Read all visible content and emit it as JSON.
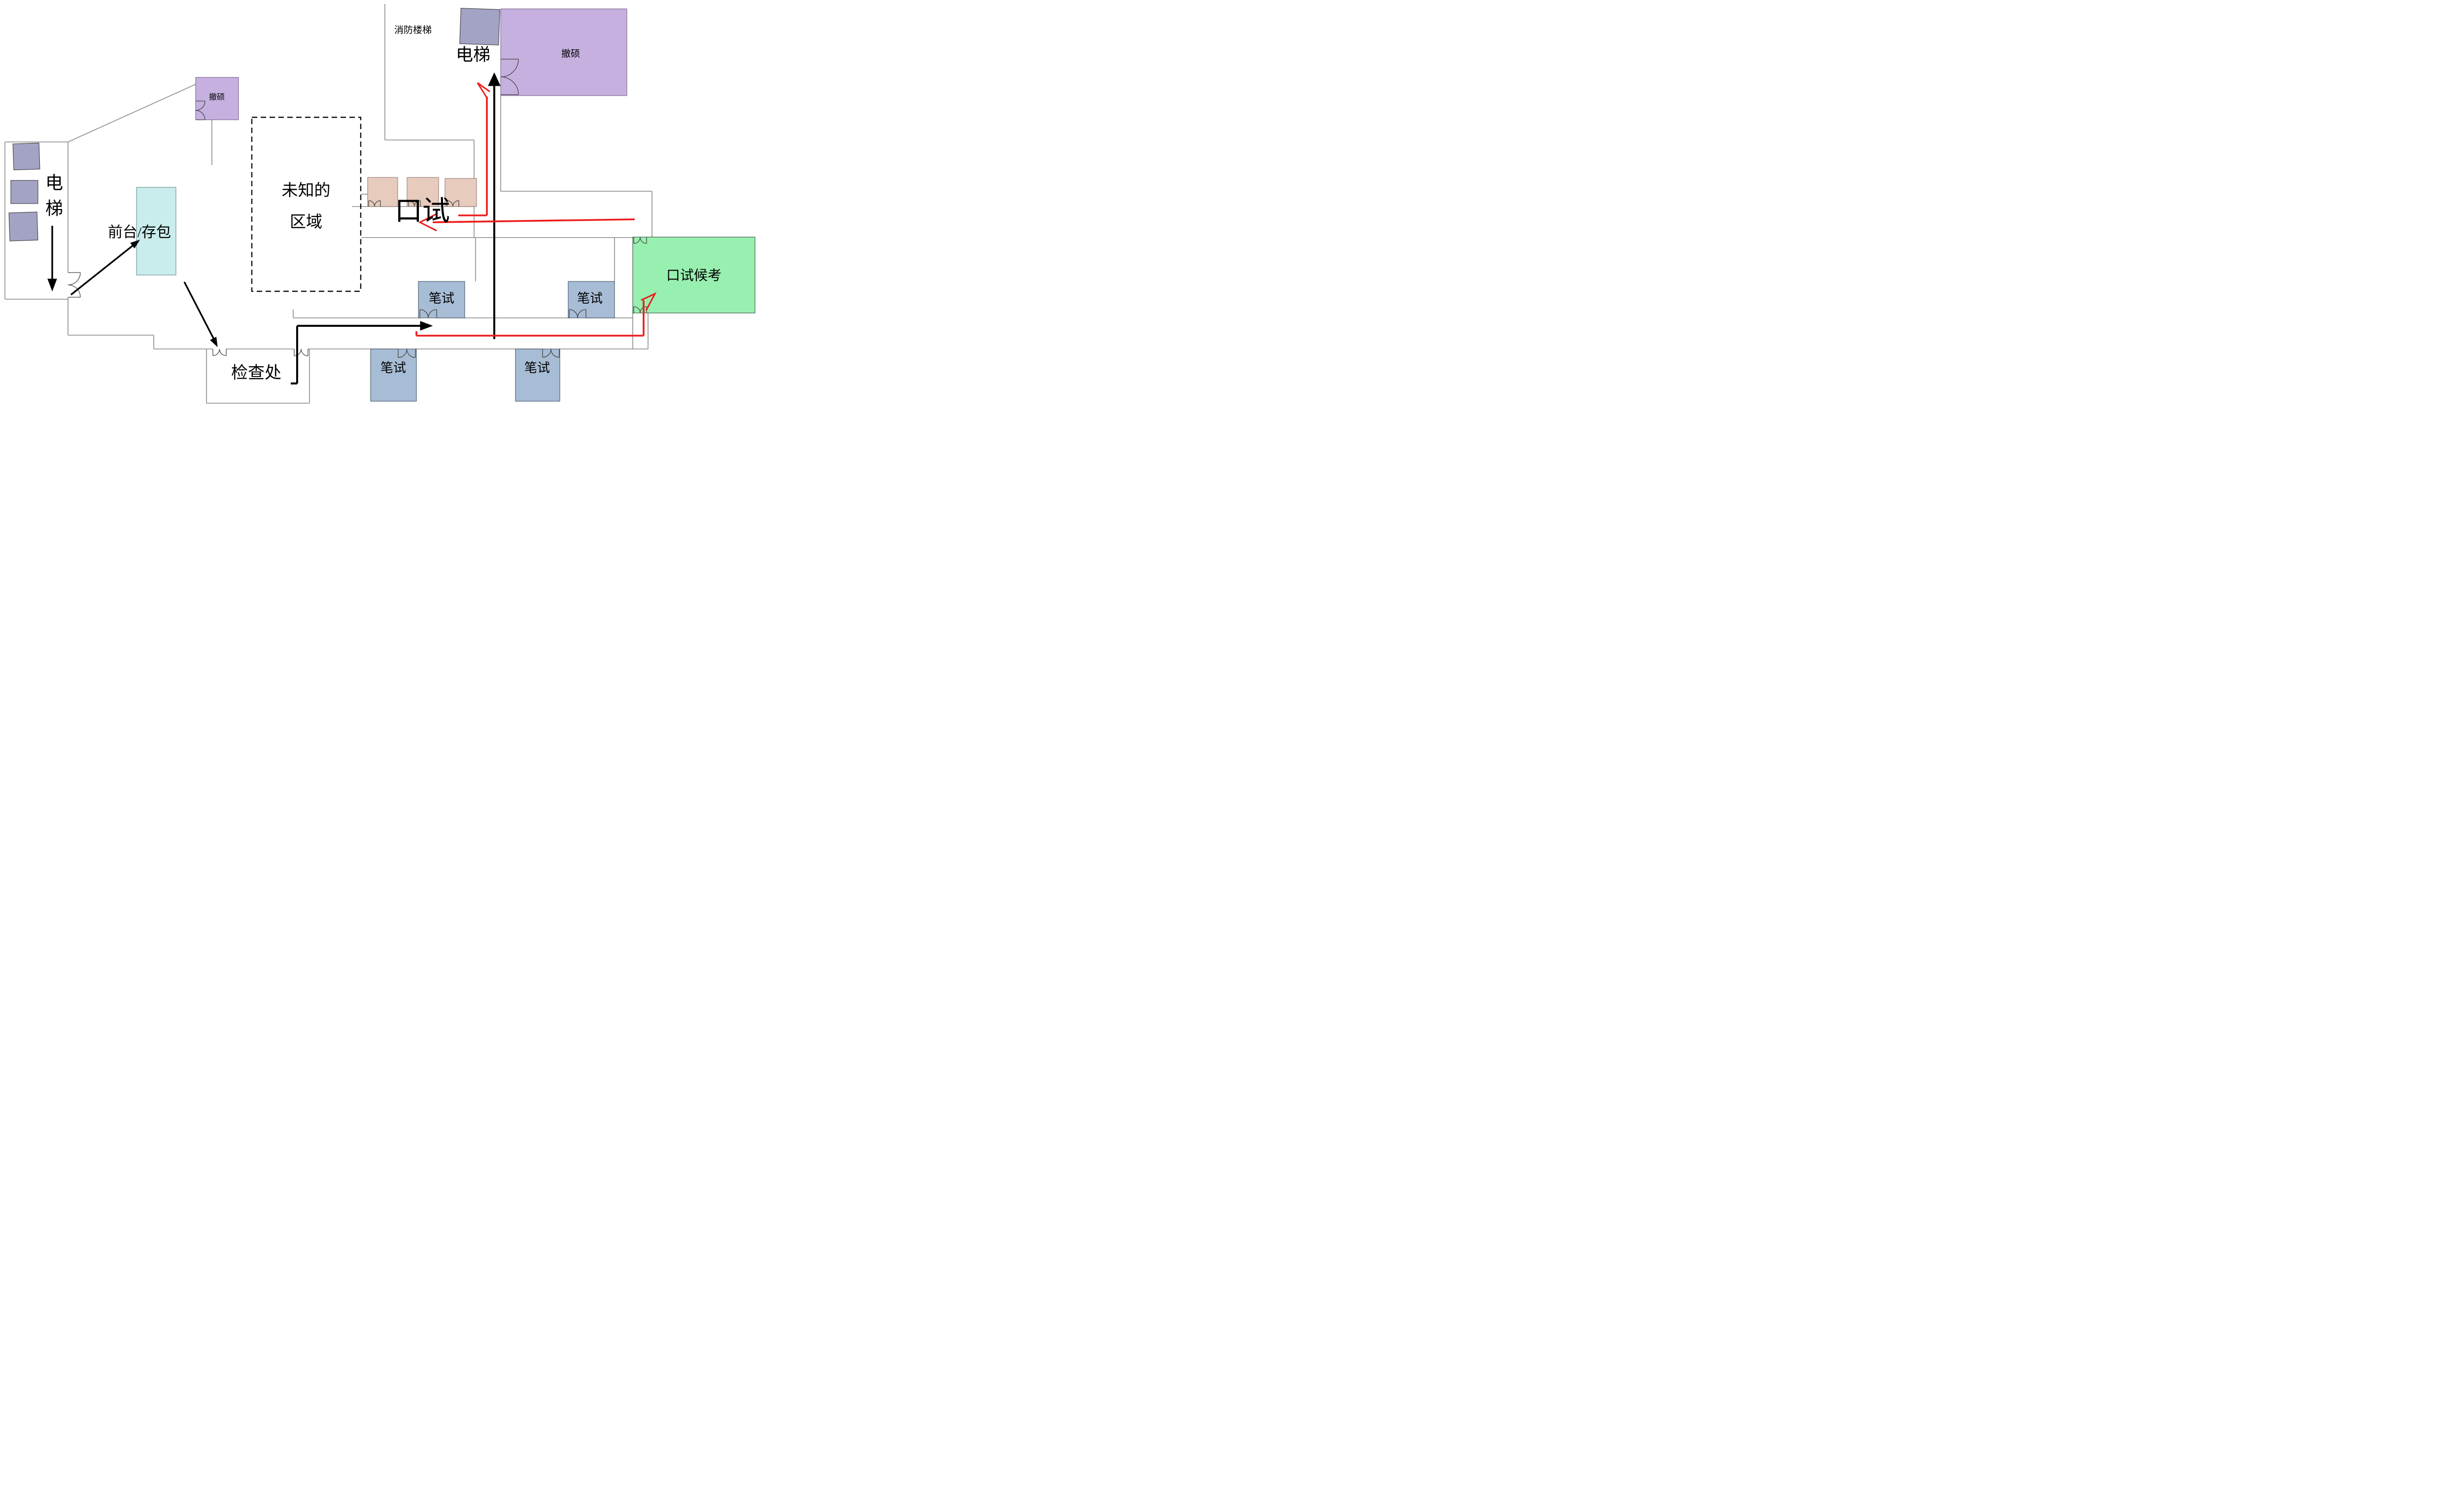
{
  "diagram": {
    "type": "floor-plan",
    "labels": {
      "fire_stairs": "消防楼梯",
      "elevator_top": "电梯",
      "elevator_left": "电\n梯",
      "toilet_big": "撤硕",
      "toilet_small": "撤硕",
      "front_desk": "前台/存包",
      "unknown_area_line1": "未知的",
      "unknown_area_line2": "区域",
      "oral_exam": "口试",
      "oral_waiting": "口试候考",
      "checkpoint": "检查处",
      "written_rooms": [
        "笔试",
        "笔试",
        "笔试",
        "笔试"
      ]
    },
    "colors": {
      "elevator_box": "#a3a3c4",
      "toilet_box": "#c5b0df",
      "front_desk_box": "#c9ecec",
      "oral_room_box": "#e7cbbd",
      "written_room_box": "#a7bcd5",
      "waiting_room_box": "#98f0b0",
      "route_black": "#000000",
      "route_red": "#ed1c1c",
      "wall": "#8a8a8a"
    }
  }
}
